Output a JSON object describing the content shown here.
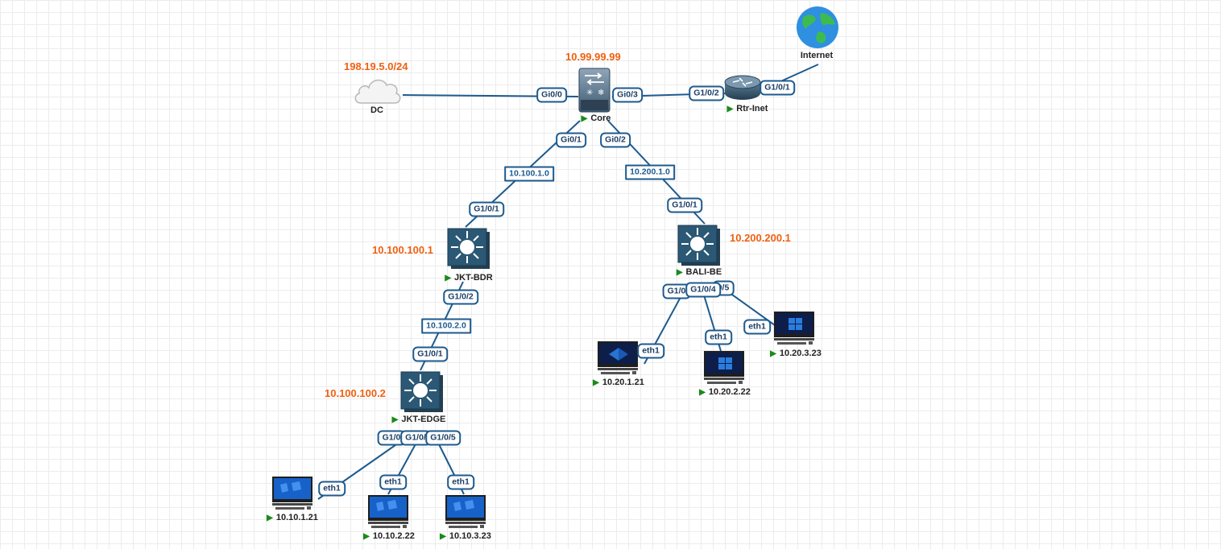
{
  "nodes": {
    "dc": {
      "label": "DC",
      "ip": "198.19.5.0/24"
    },
    "core": {
      "label": "Core",
      "ip": "10.99.99.99"
    },
    "rtr_inet": {
      "label": "Rtr-Inet"
    },
    "internet": {
      "label": "Internet"
    },
    "jkt_bdr": {
      "label": "JKT-BDR",
      "ip": "10.100.100.1"
    },
    "bali_be": {
      "label": "BALI-BE",
      "ip": "10.200.200.1"
    },
    "jkt_edge": {
      "label": "JKT-EDGE",
      "ip": "10.100.100.2"
    },
    "pc_10_10_1_21": {
      "label": "10.10.1.21"
    },
    "pc_10_10_2_22": {
      "label": "10.10.2.22"
    },
    "pc_10_10_3_23": {
      "label": "10.10.3.23"
    },
    "pc_10_20_1_21": {
      "label": "10.20.1.21"
    },
    "pc_10_20_2_22": {
      "label": "10.20.2.22"
    },
    "pc_10_20_3_23": {
      "label": "10.20.3.23"
    }
  },
  "ports": {
    "dc_core": "Gi0/0",
    "core_rtr": "Gi0/3",
    "rtr_core": "G1/0/2",
    "rtr_internet": "G1/0/1",
    "core_jkt": "Gi0/1",
    "core_bali": "Gi0/2",
    "jkt_bdr_up": "G1/0/1",
    "bali_up": "G1/0/1",
    "jkt_bdr_down": "G1/0/2",
    "jkt_edge_up": "G1/0/1",
    "jkt_edge_p1": "G1/0",
    "jkt_edge_p2": "G1/0/",
    "jkt_edge_p3": "G1/0/5",
    "bali_p1": "G1/0",
    "bali_p2": "G1/0/4",
    "bali_p3": "0/5",
    "eth1": "eth1"
  },
  "subnets": {
    "core_jkt": "10.100.1.0",
    "core_bali": "10.200.1.0",
    "jkt_bdr_edge": "10.100.2.0"
  },
  "colors": {
    "link": "#1d5a8e",
    "ip_label": "#f06010",
    "switch_fill": "#2b5874",
    "status_green": "#1a8a1a"
  }
}
